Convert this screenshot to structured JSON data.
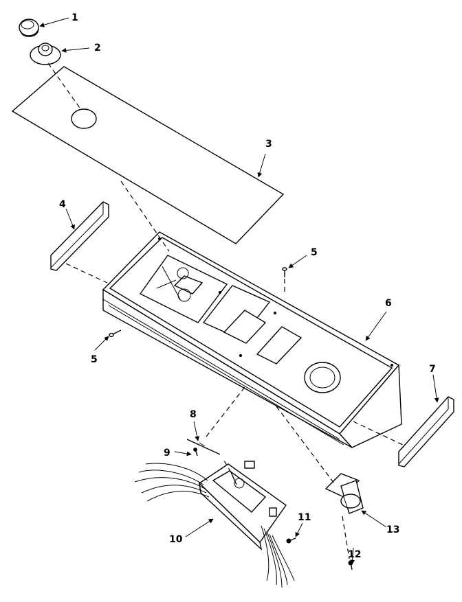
{
  "diagram": {
    "callouts": [
      {
        "id": "c1",
        "label": "1"
      },
      {
        "id": "c2",
        "label": "2"
      },
      {
        "id": "c3",
        "label": "3"
      },
      {
        "id": "c4",
        "label": "4"
      },
      {
        "id": "c5a",
        "label": "5"
      },
      {
        "id": "c5b",
        "label": "5"
      },
      {
        "id": "c6",
        "label": "6"
      },
      {
        "id": "c7",
        "label": "7"
      },
      {
        "id": "c8",
        "label": "8"
      },
      {
        "id": "c9",
        "label": "9"
      },
      {
        "id": "c10",
        "label": "10"
      },
      {
        "id": "c11",
        "label": "11"
      },
      {
        "id": "c12",
        "label": "12"
      },
      {
        "id": "c13",
        "label": "13"
      }
    ]
  }
}
